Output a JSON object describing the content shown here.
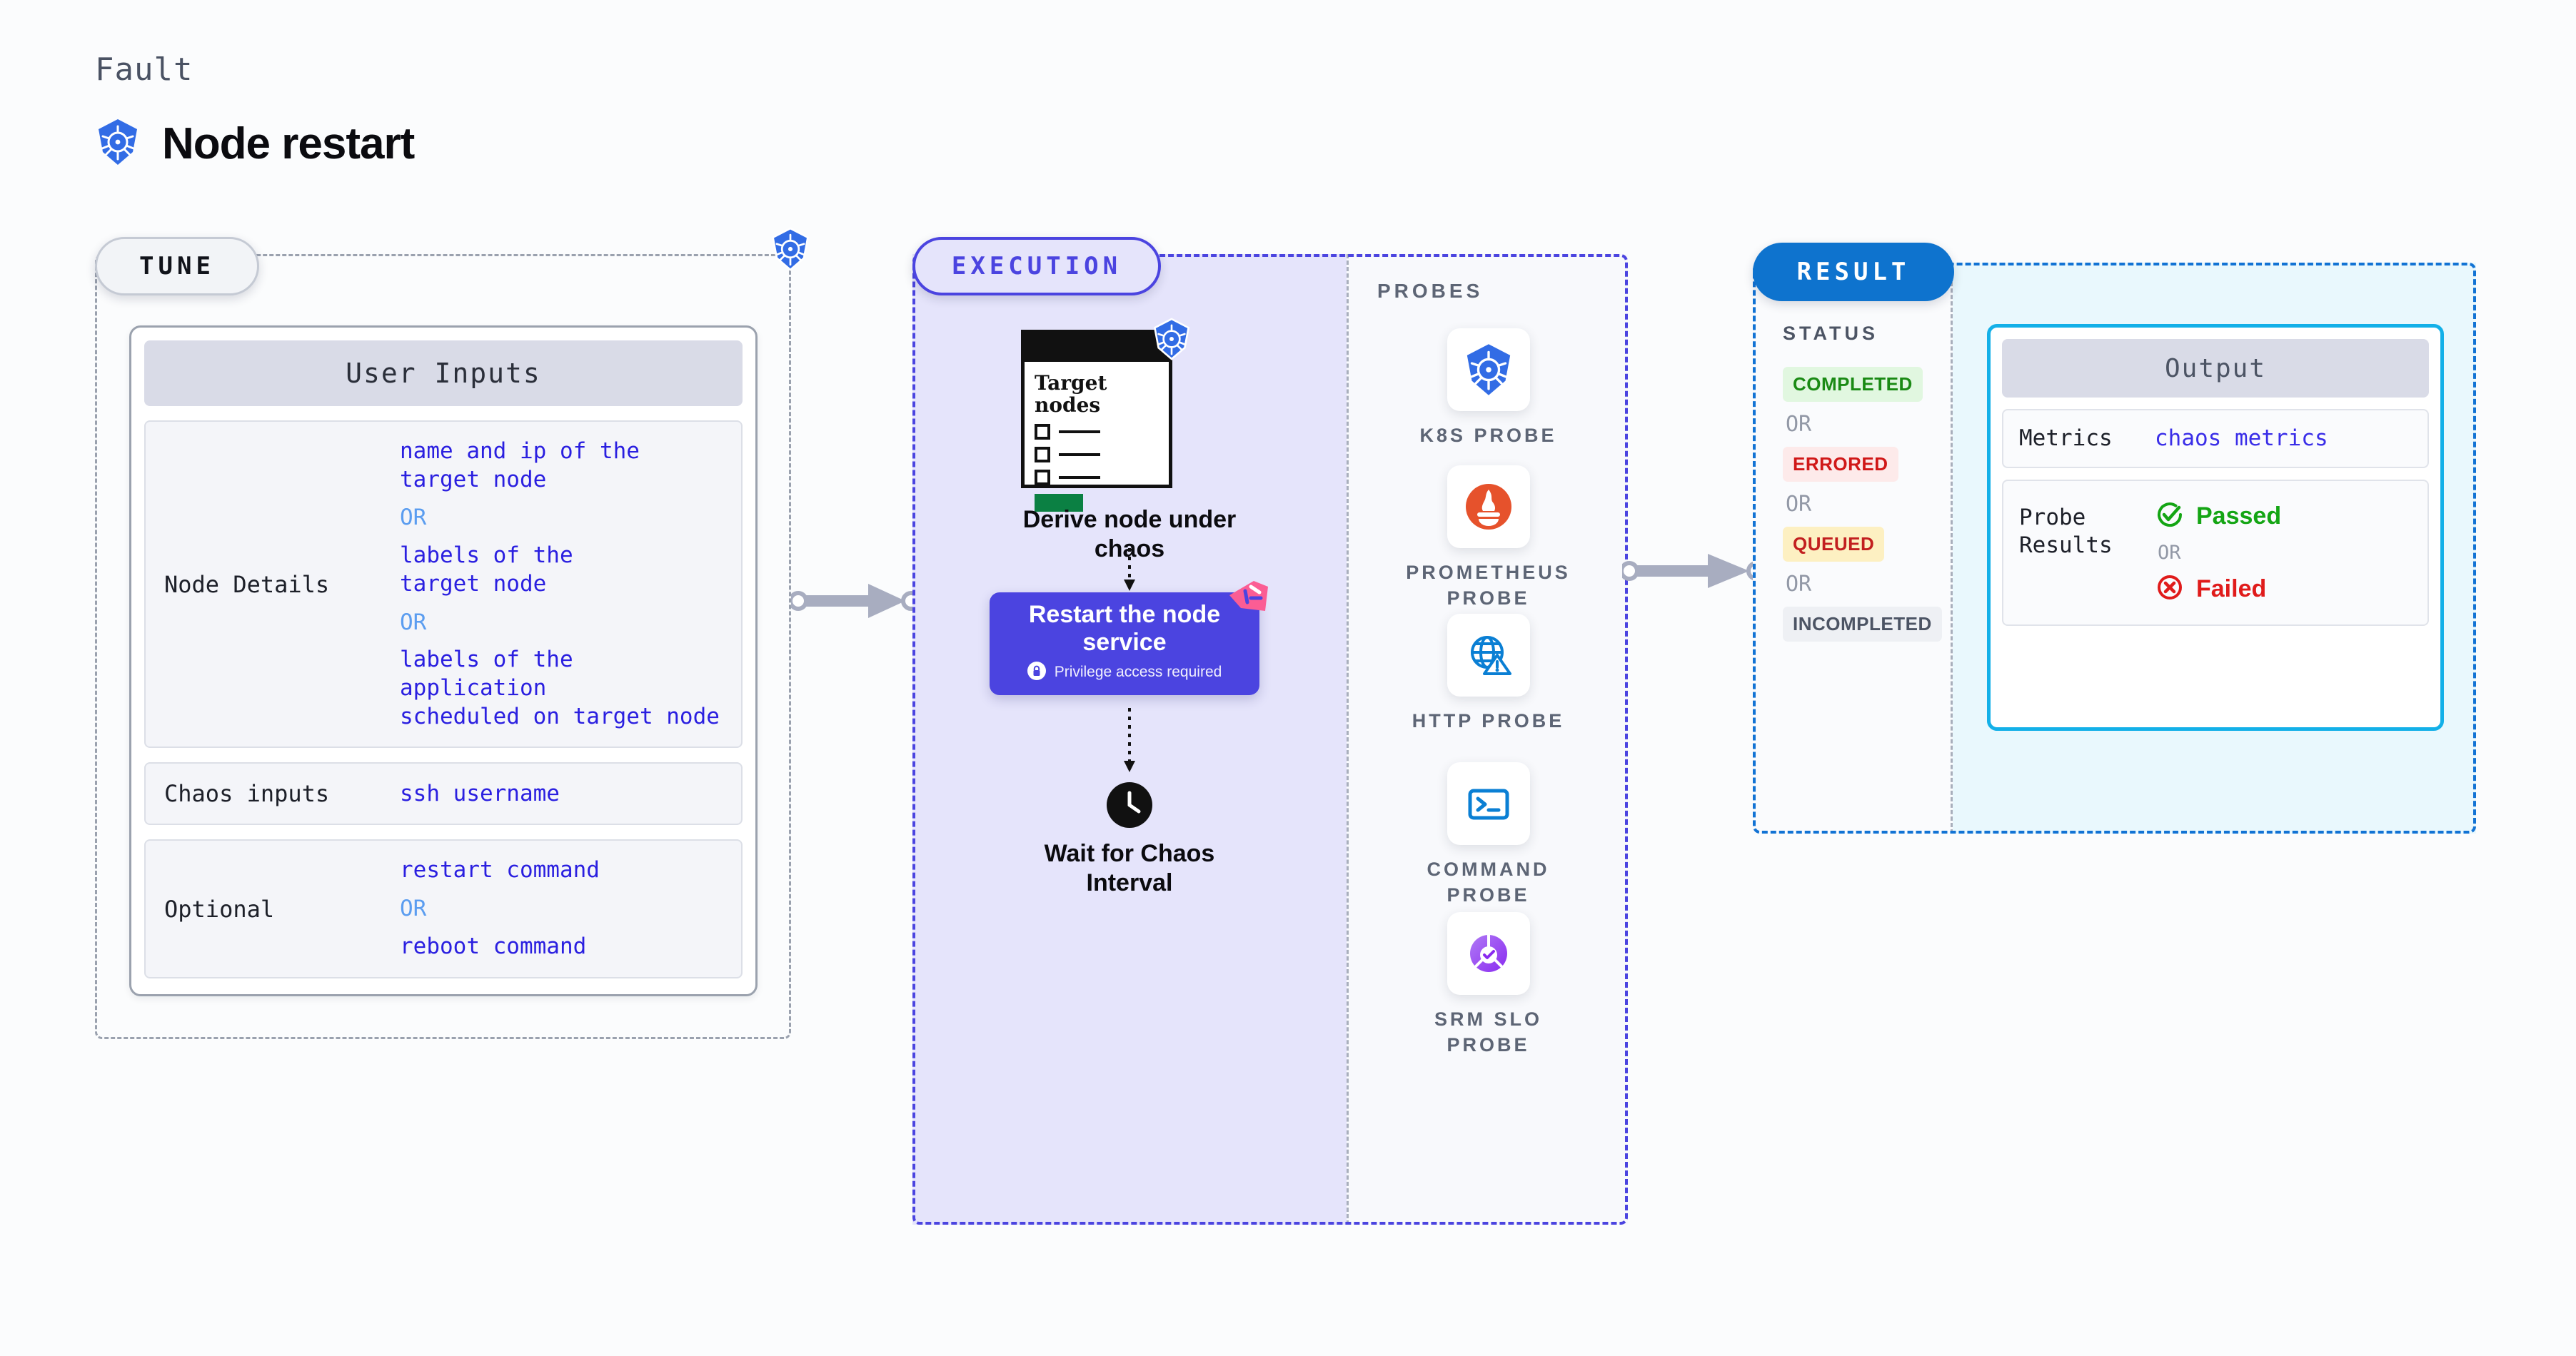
{
  "header": {
    "eyebrow": "Fault",
    "title": "Node restart",
    "logo_icon": "kubernetes-icon"
  },
  "tune": {
    "badge": "TUNE",
    "corner_icon": "kubernetes-icon",
    "card_title": "User Inputs",
    "rows": [
      {
        "key": "Node Details",
        "values": [
          {
            "kind": "value",
            "text": "name and ip of the\ntarget node"
          },
          {
            "kind": "or",
            "text": "OR"
          },
          {
            "kind": "value",
            "text": "labels of the\ntarget node"
          },
          {
            "kind": "or",
            "text": "OR"
          },
          {
            "kind": "value",
            "text": "labels of the application\n scheduled on target node"
          }
        ]
      },
      {
        "key": "Chaos inputs",
        "values": [
          {
            "kind": "value",
            "text": "ssh username"
          }
        ]
      },
      {
        "key": "Optional",
        "values": [
          {
            "kind": "value",
            "text": "restart command"
          },
          {
            "kind": "or",
            "text": "OR"
          },
          {
            "kind": "value",
            "text": "reboot command"
          }
        ]
      }
    ]
  },
  "execution": {
    "badge": "EXECUTION",
    "steps": [
      {
        "id": "derive-node",
        "label": "Derive node under\nchaos",
        "card_title": "Target\nnodes",
        "card_icon": "kubernetes-icon",
        "checkbox_count": 3
      },
      {
        "id": "restart-node-service",
        "label": "Restart the node\nservice",
        "sublabel": "Privilege access required",
        "sub_icon": "lock-icon",
        "ribbon_icon": "chaos-ribbon-icon"
      },
      {
        "id": "wait-chaos-interval",
        "label": "Wait for Chaos\nInterval",
        "icon": "clock-icon"
      }
    ],
    "probes_label": "PROBES",
    "probes": [
      {
        "name": "K8S PROBE",
        "icon": "kubernetes-icon"
      },
      {
        "name": "PROMETHEUS\nPROBE",
        "icon": "prometheus-icon"
      },
      {
        "name": "HTTP PROBE",
        "icon": "http-globe-warning-icon"
      },
      {
        "name": "COMMAND\nPROBE",
        "icon": "terminal-icon"
      },
      {
        "name": "SRM SLO\nPROBE",
        "icon": "srm-slo-donut-icon"
      }
    ]
  },
  "result": {
    "badge": "RESULT",
    "status_label": "STATUS",
    "statuses": [
      {
        "label": "COMPLETED",
        "bg": "#e1f7e0",
        "fg": "#1a8a14"
      },
      {
        "label": "ERRORED",
        "bg": "#fdeaea",
        "fg": "#d01818"
      },
      {
        "label": "QUEUED",
        "bg": "#fdf0c2",
        "fg": "#c21f1f"
      },
      {
        "label": "INCOMPLETED",
        "bg": "#eef0f4",
        "fg": "#4c5464"
      }
    ],
    "or_text": "OR",
    "output": {
      "title": "Output",
      "rows": [
        {
          "key": "Metrics",
          "value": "chaos metrics"
        }
      ],
      "probe_results": {
        "key": "Probe\nResults",
        "passed": {
          "label": "Passed",
          "icon": "check-circle-icon",
          "color": "#14a514"
        },
        "or": "OR",
        "failed": {
          "label": "Failed",
          "icon": "x-circle-icon",
          "color": "#e01b1b"
        }
      }
    }
  },
  "connectors": [
    {
      "id": "tune-to-execution",
      "icon": "arrow-right-icon"
    },
    {
      "id": "execution-to-result",
      "icon": "arrow-right-icon"
    }
  ],
  "colors": {
    "accent_indigo": "#4b44e0",
    "accent_blue": "#0e73ce",
    "accent_cyan": "#13b0e8",
    "k8s_blue": "#326ce5",
    "mono_value": "#2a1fe0",
    "or_blue": "#5b9df0"
  }
}
